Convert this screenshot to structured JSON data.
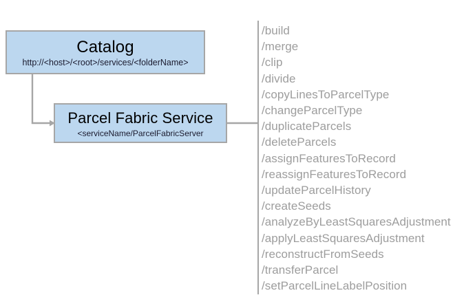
{
  "diagram": {
    "nodes": [
      {
        "id": "catalog",
        "title": "Catalog",
        "subtitle": "http://<host>/<root>/services/<folderName>"
      },
      {
        "id": "parcel-fabric-service",
        "title": "Parcel Fabric Service",
        "subtitle": "<serviceName/ParcelFabricServer"
      }
    ],
    "operations": [
      "/build",
      "/merge",
      "/clip",
      "/divide",
      "/copyLinesToParcelType",
      "/changeParcelType",
      "/duplicateParcels",
      "/deleteParcels",
      "/assignFeaturesToRecord",
      "/reassignFeaturesToRecord",
      "/updateParcelHistory",
      "/createSeeds",
      "/analyzeByLeastSquaresAdjustment",
      "/applyLeastSquaresAdjustment",
      "/reconstructFromSeeds",
      "/transferParcel",
      "/setParcelLineLabelPosition"
    ],
    "colors": {
      "node_fill": "#bcd7ef",
      "node_border": "#a6a6a6",
      "connector": "#a6a6a6",
      "operation_text": "#9d9d9d",
      "title_text": "#000000",
      "background": "#ffffff"
    }
  }
}
